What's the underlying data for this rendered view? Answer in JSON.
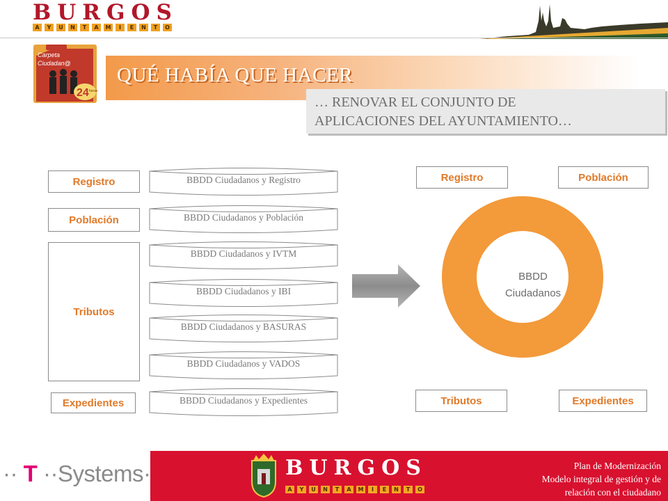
{
  "header": {
    "brand": "BURGOS",
    "brand_sub": [
      "A",
      "Y",
      "U",
      "N",
      "T",
      "A",
      "M",
      "I",
      "E",
      "N",
      "T",
      "O"
    ]
  },
  "logo": {
    "line1": "Carpeta",
    "line2": "Ciudadan@",
    "badge": "24",
    "badge_note": "horas"
  },
  "title": "QUÉ HABÍA QUE HACER",
  "subtitle": {
    "line1": "… RENOVAR EL CONJUNTO DE",
    "line2": "APLICACIONES DEL AYUNTAMIENTO…"
  },
  "left_categories": {
    "registro": "Registro",
    "poblacion": "Población",
    "tributos": "Tributos",
    "expedientes": "Expedientes"
  },
  "databases": [
    "BBDD Ciudadanos y Registro",
    "BBDD Ciudadanos y Población",
    "BBDD Ciudadanos y IVTM",
    "BBDD Ciudadanos y IBI",
    "BBDD Ciudadanos y BASURAS",
    "BBDD Ciudadanos y VADOS",
    "BBDD Ciudadanos y Expedientes"
  ],
  "right_categories": {
    "registro": "Registro",
    "poblacion": "Población",
    "tributos": "Tributos",
    "expedientes": "Expedientes"
  },
  "center_db": {
    "line1": "BBDD",
    "line2": "Ciudadanos"
  },
  "footer": {
    "tsystems_t": "T",
    "tsystems_name": "Systems",
    "brand": "BURGOS",
    "brand_sub": [
      "A",
      "Y",
      "U",
      "N",
      "T",
      "A",
      "M",
      "I",
      "E",
      "N",
      "T",
      "O"
    ],
    "text_line1": "Plan de Modernización",
    "text_line2": "Modelo integral de gestión y de",
    "text_line3": "relación con el ciudadano"
  },
  "colors": {
    "accent_orange": "#f39a3a",
    "brand_red": "#d8112f",
    "magenta": "#e20074"
  }
}
